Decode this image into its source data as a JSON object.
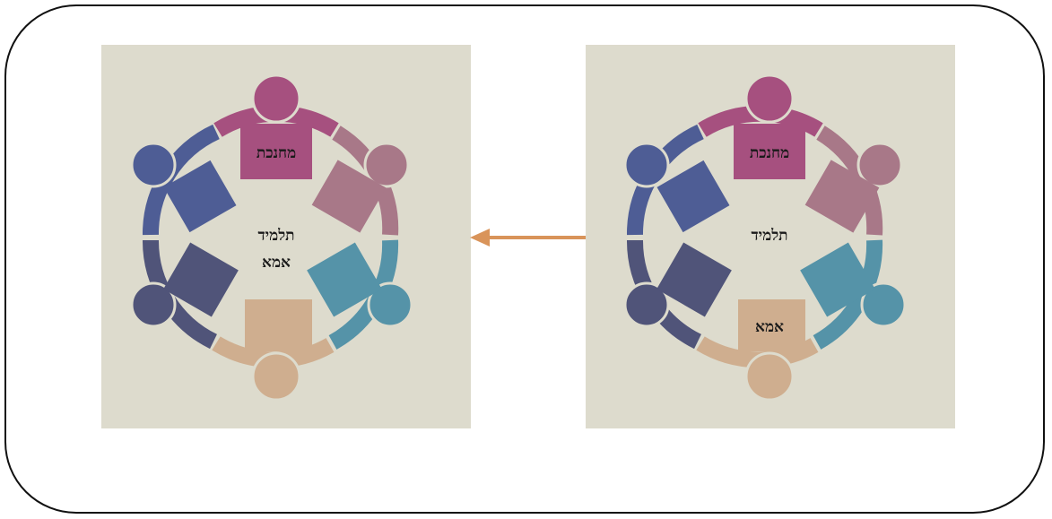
{
  "colors": {
    "background": "#dddbcd",
    "person_top": "#a6507f",
    "person_upper_right": "#a87888",
    "person_lower_right": "#5593a8",
    "person_bottom": "#cfae8f",
    "person_lower_left": "#505479",
    "person_upper_left": "#4e5d95",
    "arrow": "#d9945a"
  },
  "left_panel": {
    "top_label": "מחנכת",
    "center_label": "תלמיד",
    "center_label_2": "אמא"
  },
  "right_panel": {
    "top_label": "מחנכת",
    "center_label": "תלמיד",
    "bottom_label": "אמא"
  },
  "arrow": {
    "direction": "left",
    "icon": "arrow-left-icon"
  }
}
